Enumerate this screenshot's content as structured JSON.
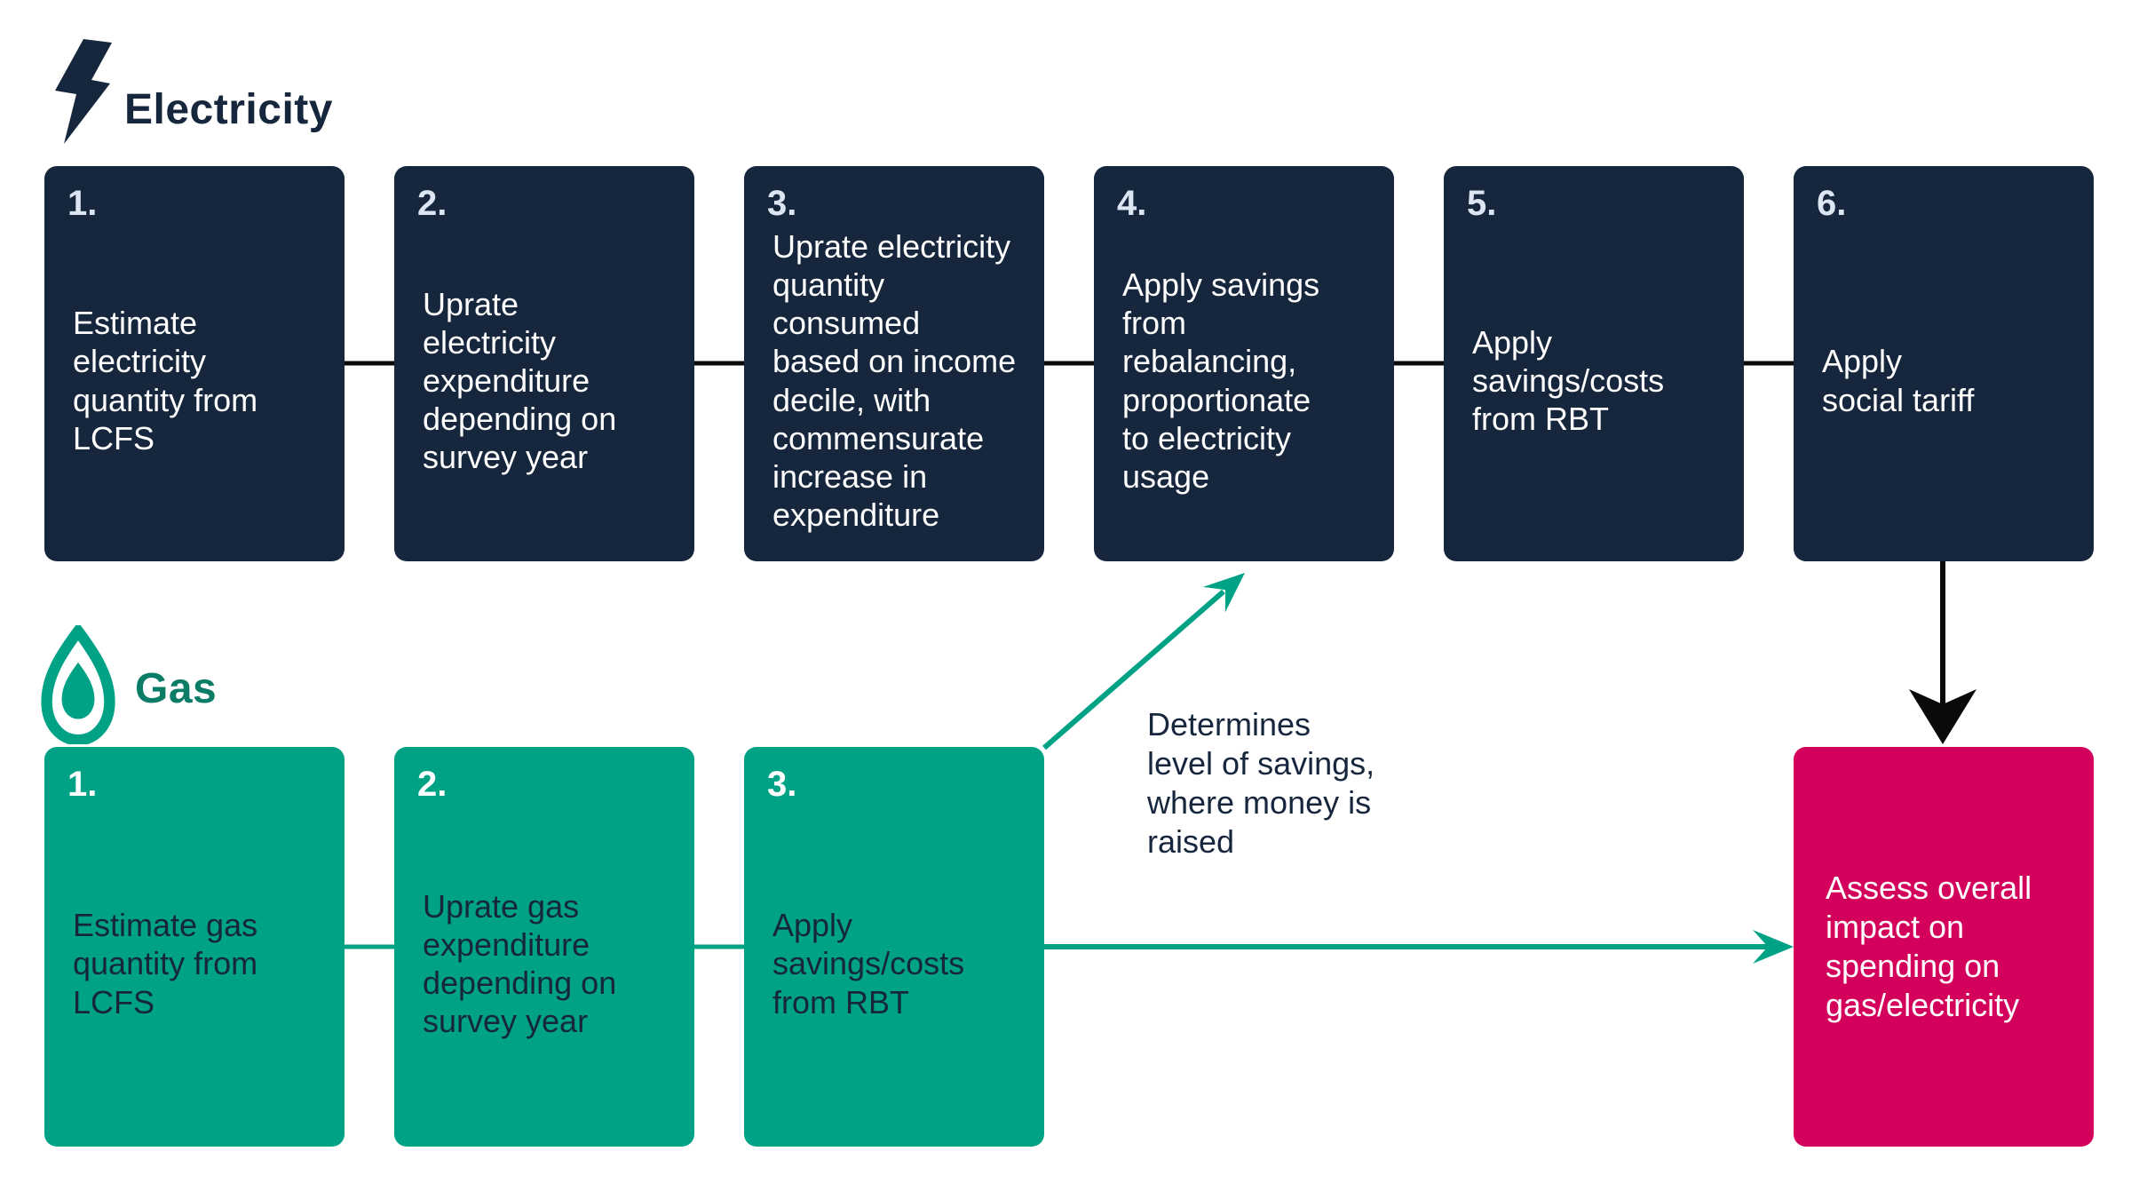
{
  "colors": {
    "navy": "#16263C",
    "teal_green": "#00A285",
    "dark_green_title": "#0B7C65",
    "pink": "#D3015B",
    "electricity_step_number": "#DCE6F2",
    "electricity_step_text": "#FFFFFF",
    "gas_step_text": "#16263C",
    "arrow_black": "#0A0A0A"
  },
  "electricity": {
    "title": "Electricity",
    "icon": "lightning-bolt-icon",
    "steps": [
      {
        "number": "1.",
        "text": "Estimate\nelectricity\nquantity from\nLCFS"
      },
      {
        "number": "2.",
        "text": "Uprate\nelectricity\nexpenditure\ndepending on\nsurvey year"
      },
      {
        "number": "3.",
        "text": "Uprate electricity\nquantity\nconsumed\nbased on income\ndecile, with\ncommensurate\nincrease in\nexpenditure"
      },
      {
        "number": "4.",
        "text": "Apply savings\nfrom\nrebalancing,\nproportionate\nto electricity\nusage"
      },
      {
        "number": "5.",
        "text": "Apply\nsavings/costs\nfrom RBT"
      },
      {
        "number": "6.",
        "text": "Apply\nsocial tariff"
      }
    ]
  },
  "gas": {
    "title": "Gas",
    "icon": "flame-icon",
    "steps": [
      {
        "number": "1.",
        "text": "Estimate gas\nquantity from\nLCFS"
      },
      {
        "number": "2.",
        "text": "Uprate gas\nexpenditure\ndepending on\nsurvey year"
      },
      {
        "number": "3.",
        "text": "Apply\nsavings/costs\nfrom RBT"
      }
    ]
  },
  "outcome": {
    "text": "Assess overall\nimpact on\nspending on\ngas/electricity"
  },
  "annotation": {
    "text": "Determines\nlevel of savings,\nwhere money is\nraised"
  }
}
